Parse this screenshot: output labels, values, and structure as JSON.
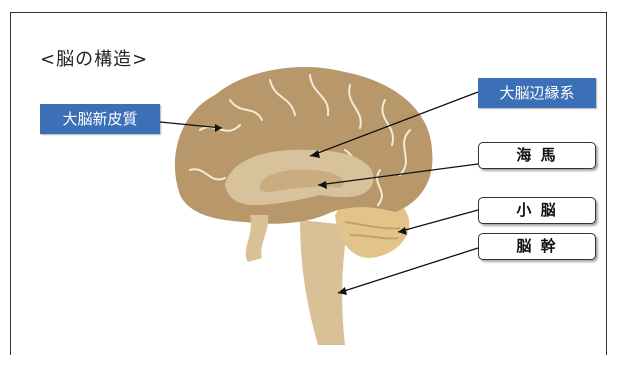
{
  "title": "<脳の構造>",
  "labels": {
    "neocortex": "大脳新皮質",
    "limbic": "大脳辺縁系",
    "hippocampus": "海 馬",
    "cerebellum": "小 脳",
    "brainstem": "脳 幹"
  },
  "colors": {
    "cortex": "#b8976a",
    "inner": "#d8c29c",
    "cerebellum": "#e2c48a",
    "stem": "#d9c097",
    "label_blue": "#3b6fb6"
  }
}
